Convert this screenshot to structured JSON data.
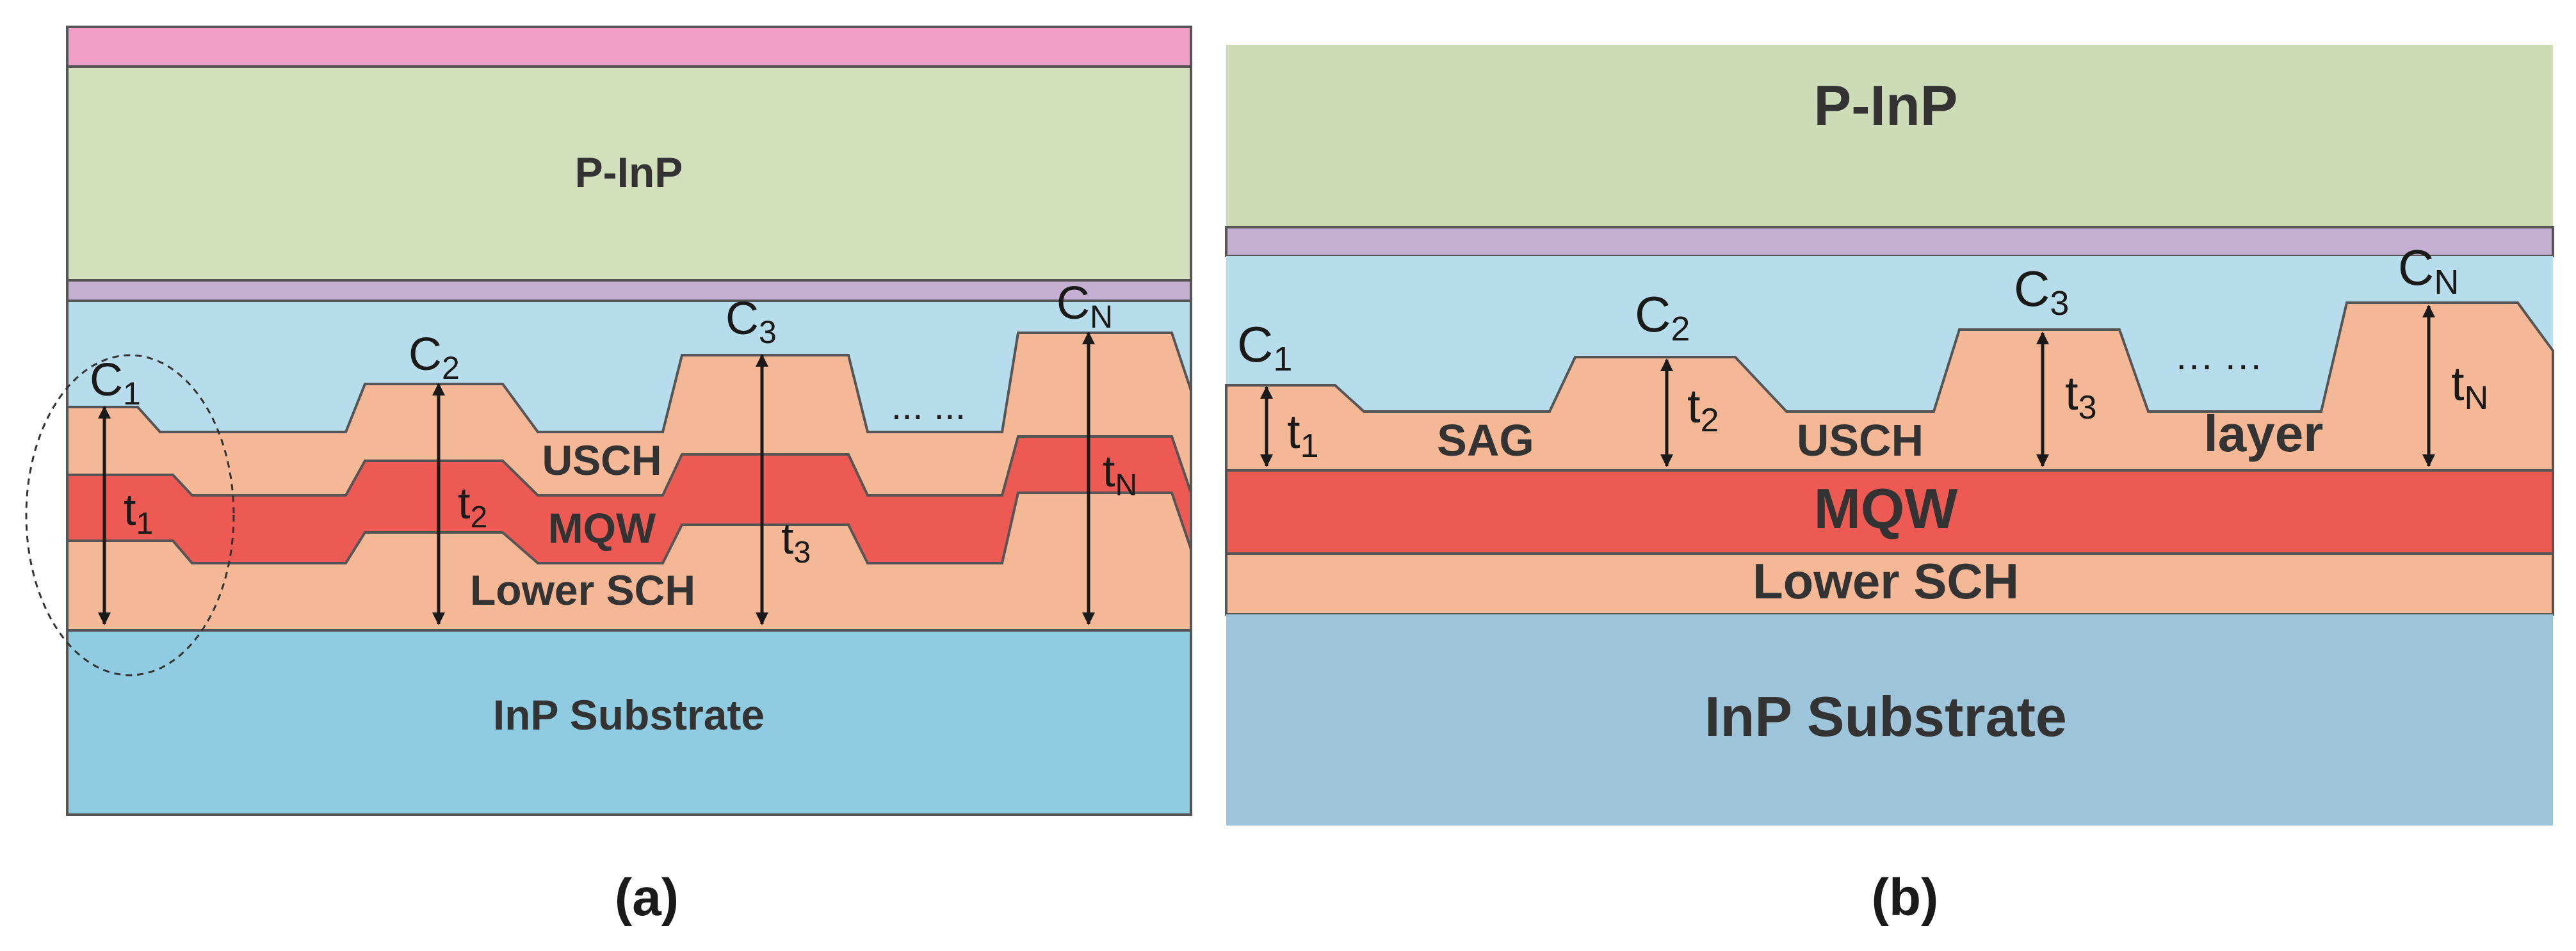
{
  "colors": {
    "pink_cap": "#f19ec6",
    "p_inp_a": "#d3dfba",
    "p_inp_b": "#cddcb6",
    "lavender": "#c4afd2",
    "light_blue": "#b7dceb",
    "sag_peach": "#f4b896",
    "mqw_red": "#ec5a53",
    "substrate_a": "#8fcbe1",
    "substrate_b": "#9ec4d9",
    "outline": "#555555"
  },
  "panel_a": {
    "caption": "(a)",
    "labels": {
      "p_inp": "P-InP",
      "usch": "USCH",
      "mqw": "MQW",
      "lower_sch": "Lower SCH",
      "substrate": "InP Substrate",
      "ellipsis": "... ..."
    },
    "sections": [
      {
        "c": "C",
        "c_sub": "1",
        "t": "t",
        "t_sub": "1"
      },
      {
        "c": "C",
        "c_sub": "2",
        "t": "t",
        "t_sub": "2"
      },
      {
        "c": "C",
        "c_sub": "3",
        "t": "t",
        "t_sub": "3"
      },
      {
        "c": "C",
        "c_sub": "N",
        "t": "t",
        "t_sub": "N"
      }
    ]
  },
  "panel_b": {
    "caption": "(b)",
    "labels": {
      "p_inp": "P-InP",
      "sag": "SAG",
      "usch": "USCH",
      "layer": "layer",
      "mqw": "MQW",
      "lower_sch": "Lower SCH",
      "substrate": "InP Substrate",
      "ellipsis": "··· ···"
    },
    "sections": [
      {
        "c": "C",
        "c_sub": "1",
        "t": "t",
        "t_sub": "1"
      },
      {
        "c": "C",
        "c_sub": "2",
        "t": "t",
        "t_sub": "2"
      },
      {
        "c": "C",
        "c_sub": "3",
        "t": "t",
        "t_sub": "3"
      },
      {
        "c": "C",
        "c_sub": "N",
        "t": "t",
        "t_sub": "N"
      }
    ]
  }
}
